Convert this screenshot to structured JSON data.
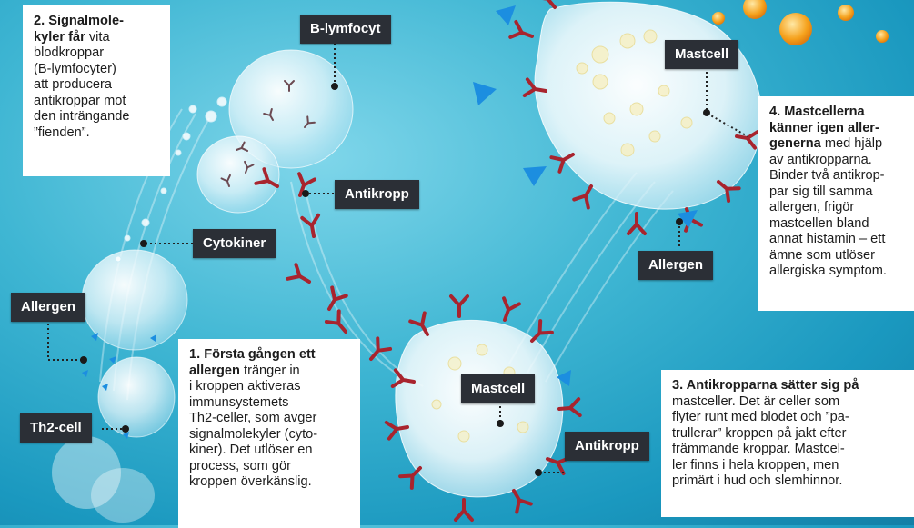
{
  "labels": {
    "b_lymfocyt": "B-lymfocyt",
    "mastcell_top": "Mastcell",
    "antikropp_mid": "Antikropp",
    "cytokiner": "Cytokiner",
    "allergen_right": "Allergen",
    "allergen_left": "Allergen",
    "mastcell_bottom": "Mastcell",
    "antikropp_bottom": "Antikropp",
    "th2_cell": "Th2-cell"
  },
  "steps": {
    "step2": {
      "bold": "2. Signalmole-\nkyler får",
      "text": " vita\nblodkroppar\n(B-lymfocyter)\natt producera\nantikroppar mot\nden inträngande\n”fienden”."
    },
    "step4": {
      "bold": "4. Mastcellerna\nkänner igen aller-\ngenerna",
      "text": " med hjälp\nav antikropparna.\nBinder två antikrop-\npar sig till samma\nallergen, frigör\nmastcellen bland\nannat histamin – ett\nämne som utlöser\nallergiska symptom."
    },
    "step1": {
      "bold": "1. Första gången ett\nallergen",
      "text": " tränger in\ni kroppen aktiveras\nimmunsystemets\nTh2-celler, som avger\nsignalmolekyler (cyto-\nkiner). Det utlöser en\nprocess, som gör\nkroppen överkänslig."
    },
    "step3": {
      "bold": "3. Antikropparna sätter sig på",
      "text": "\nmastceller. Det är celler som\nflyter runt med blodet och ”pa-\ntrullerar” kroppen på jakt efter\nfrämmande kroppar. Mastcel-\nler finns i hela kroppen, men\nprimärt i hud och slemhinnor."
    }
  },
  "colors": {
    "background": "#3fb6d3",
    "antibody": "#a8242e",
    "allergen": "#1c8ee0",
    "tag": "#2b2f36",
    "granule": "#f6efc0",
    "granule_orange": "#f5a11c"
  }
}
